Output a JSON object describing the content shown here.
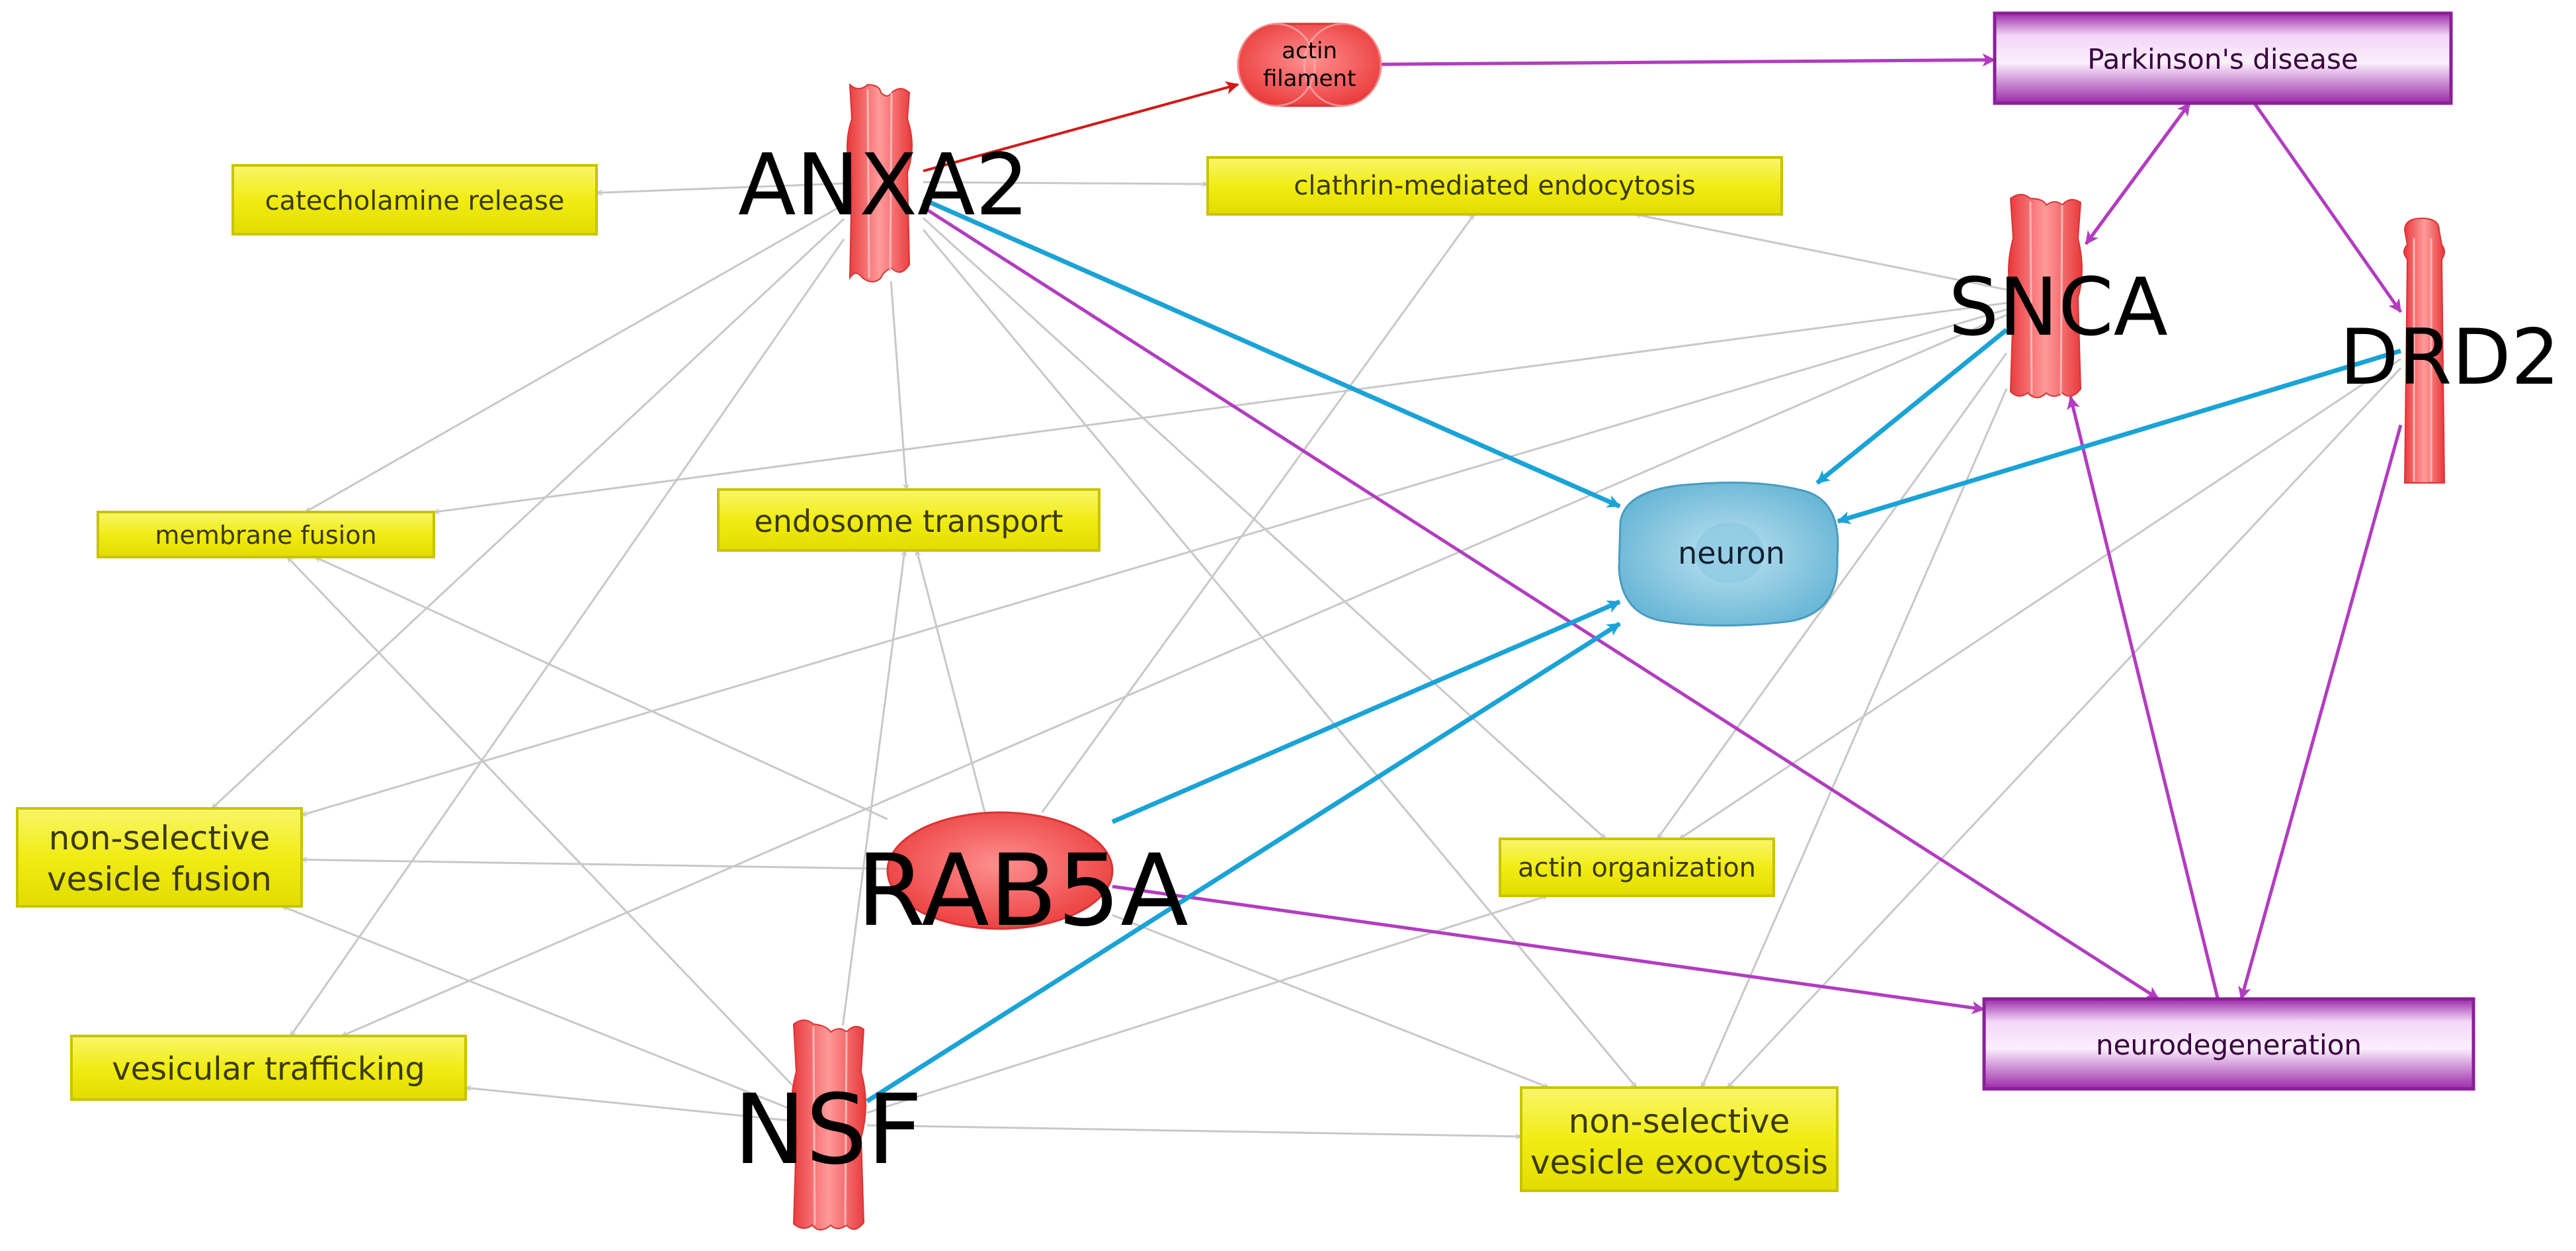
{
  "colors": {
    "gene": "#f05a5a",
    "process_fill": "#f3ef1f",
    "process_border": "#c8c400",
    "disease_fill": "#d98ce6",
    "disease_border": "#8a1f99",
    "cell": "#7cc3dd",
    "edge_gray": "#c8c8c8",
    "edge_blue": "#1aa3d6",
    "edge_magenta": "#b23cc0",
    "edge_red": "#d41818"
  },
  "nodes": {
    "anxa2": {
      "label": "ANXA2",
      "kind": "receptor"
    },
    "snca": {
      "label": "SNCA",
      "kind": "receptor"
    },
    "nsf": {
      "label": "NSF",
      "kind": "receptor"
    },
    "drd2": {
      "label": "DRD2",
      "kind": "channel"
    },
    "rab5a": {
      "label": "RAB5A",
      "kind": "ellipse"
    },
    "actin_filament": {
      "label_line1": "actin",
      "label_line2": "filament",
      "kind": "complex"
    },
    "neuron": {
      "label": "neuron",
      "kind": "cell"
    },
    "parkinsons": {
      "label": "Parkinson's disease",
      "kind": "disease"
    },
    "neurodegeneration": {
      "label": "neurodegeneration",
      "kind": "disease"
    },
    "catecholamine_release": {
      "label": "catecholamine release",
      "kind": "process"
    },
    "clathrin_endocytosis": {
      "label": "clathrin-mediated endocytosis",
      "kind": "process"
    },
    "membrane_fusion": {
      "label": "membrane fusion",
      "kind": "process"
    },
    "endosome_transport": {
      "label": "endosome transport",
      "kind": "process"
    },
    "ns_vesicle_fusion": {
      "label_line1": "non-selective",
      "label_line2": "vesicle fusion",
      "kind": "process"
    },
    "actin_organization": {
      "label": "actin organization",
      "kind": "process"
    },
    "vesicular_trafficking": {
      "label": "vesicular trafficking",
      "kind": "process"
    },
    "ns_vesicle_exocytosis": {
      "label_line1": "non-selective",
      "label_line2": "vesicle exocytosis",
      "kind": "process"
    }
  },
  "edges": [
    {
      "from": "anxa2",
      "to": "actin_filament",
      "type": "red"
    },
    {
      "from": "actin_filament",
      "to": "parkinsons",
      "type": "magenta"
    },
    {
      "from": "parkinsons",
      "to": "snca",
      "type": "magenta"
    },
    {
      "from": "snca",
      "to": "parkinsons",
      "type": "magenta"
    },
    {
      "from": "parkinsons",
      "to": "drd2",
      "type": "magenta"
    },
    {
      "from": "anxa2",
      "to": "neuron",
      "type": "blue"
    },
    {
      "from": "snca",
      "to": "neuron",
      "type": "blue"
    },
    {
      "from": "drd2",
      "to": "neuron",
      "type": "blue"
    },
    {
      "from": "rab5a",
      "to": "neuron",
      "type": "blue"
    },
    {
      "from": "nsf",
      "to": "neuron",
      "type": "blue"
    },
    {
      "from": "anxa2",
      "to": "neurodegeneration",
      "type": "magenta"
    },
    {
      "from": "rab5a",
      "to": "neurodegeneration",
      "type": "magenta"
    },
    {
      "from": "neurodegeneration",
      "to": "snca",
      "type": "magenta"
    },
    {
      "from": "drd2",
      "to": "neurodegeneration",
      "type": "magenta"
    },
    {
      "from": "anxa2",
      "to": "catecholamine_release",
      "type": "gray"
    },
    {
      "from": "anxa2",
      "to": "clathrin_endocytosis",
      "type": "gray"
    },
    {
      "from": "anxa2",
      "to": "membrane_fusion",
      "type": "gray"
    },
    {
      "from": "anxa2",
      "to": "endosome_transport",
      "type": "gray"
    },
    {
      "from": "anxa2",
      "to": "ns_vesicle_fusion",
      "type": "gray"
    },
    {
      "from": "anxa2",
      "to": "vesicular_trafficking",
      "type": "gray"
    },
    {
      "from": "anxa2",
      "to": "actin_organization",
      "type": "gray"
    },
    {
      "from": "anxa2",
      "to": "ns_vesicle_exocytosis",
      "type": "gray"
    },
    {
      "from": "snca",
      "to": "clathrin_endocytosis",
      "type": "gray"
    },
    {
      "from": "snca",
      "to": "membrane_fusion",
      "type": "gray"
    },
    {
      "from": "snca",
      "to": "ns_vesicle_fusion",
      "type": "gray"
    },
    {
      "from": "snca",
      "to": "vesicular_trafficking",
      "type": "gray"
    },
    {
      "from": "snca",
      "to": "actin_organization",
      "type": "gray"
    },
    {
      "from": "snca",
      "to": "ns_vesicle_exocytosis",
      "type": "gray"
    },
    {
      "from": "drd2",
      "to": "actin_organization",
      "type": "gray"
    },
    {
      "from": "drd2",
      "to": "ns_vesicle_exocytosis",
      "type": "gray"
    },
    {
      "from": "rab5a",
      "to": "membrane_fusion",
      "type": "gray"
    },
    {
      "from": "rab5a",
      "to": "endosome_transport",
      "type": "gray"
    },
    {
      "from": "rab5a",
      "to": "clathrin_endocytosis",
      "type": "gray"
    },
    {
      "from": "rab5a",
      "to": "ns_vesicle_fusion",
      "type": "gray"
    },
    {
      "from": "rab5a",
      "to": "ns_vesicle_exocytosis",
      "type": "gray"
    },
    {
      "from": "nsf",
      "to": "membrane_fusion",
      "type": "gray"
    },
    {
      "from": "nsf",
      "to": "endosome_transport",
      "type": "gray"
    },
    {
      "from": "nsf",
      "to": "ns_vesicle_fusion",
      "type": "gray"
    },
    {
      "from": "nsf",
      "to": "vesicular_trafficking",
      "type": "gray"
    },
    {
      "from": "nsf",
      "to": "actin_organization",
      "type": "gray"
    },
    {
      "from": "nsf",
      "to": "ns_vesicle_exocytosis",
      "type": "gray"
    }
  ]
}
